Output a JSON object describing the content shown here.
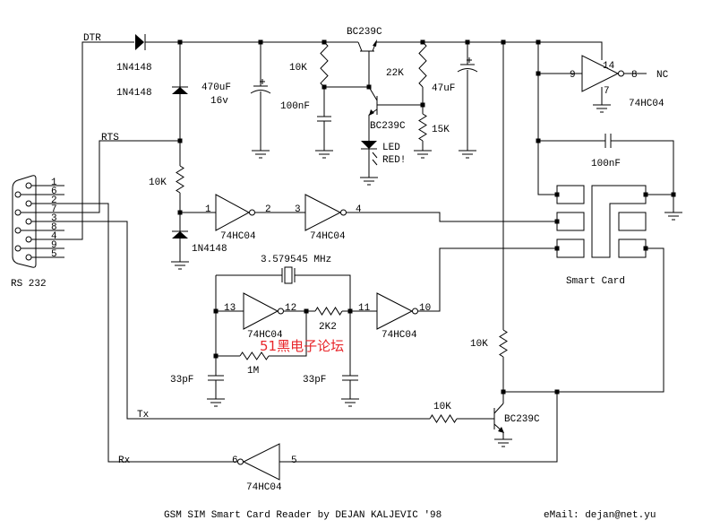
{
  "title": "GSM SIM Smart Card Reader by DEJAN KALJEVIC '98",
  "email": "eMail: dejan@net.yu",
  "watermark": "51黑电子论坛",
  "connector": {
    "name": "RS 232",
    "pins": [
      "1",
      "6",
      "2",
      "7",
      "3",
      "8",
      "4",
      "9",
      "5"
    ]
  },
  "signals": {
    "dtr": "DTR",
    "rts": "RTS",
    "tx": "Tx",
    "rx": "Rx",
    "nc": "NC"
  },
  "components": {
    "d1": "1N4148",
    "d2": "1N4148",
    "d3": "1N4148",
    "c470": "470uF",
    "c470v": "16v",
    "r10k_a": "10K",
    "c100n_a": "100nF",
    "q1": "BC239C",
    "q2": "BC239C",
    "q3": "BC239C",
    "led1": "LED",
    "led2": "RED!",
    "r22k": "22K",
    "r15k": "15K",
    "c47u": "47uF",
    "r10k_rts": "10K",
    "r10k_card": "10K",
    "r10k_tx": "10K",
    "c100n_b": "100nF",
    "xtal": "3.579545 MHz",
    "r2k2": "2K2",
    "r1m": "1M",
    "c33a": "33pF",
    "c33b": "33pF",
    "smart_card": "Smart Card"
  },
  "gates": [
    {
      "in": "1",
      "out": "2",
      "part": "74HC04"
    },
    {
      "in": "3",
      "out": "4",
      "part": "74HC04"
    },
    {
      "in": "13",
      "out": "12",
      "part": "74HC04"
    },
    {
      "in": "11",
      "out": "10",
      "part": "74HC04"
    },
    {
      "in": "9",
      "out": "8",
      "part": "74HC04",
      "vcc": "14",
      "gnd": "7"
    },
    {
      "in": "5",
      "out": "6",
      "part": "74HC04"
    }
  ],
  "colors": {
    "ink": "#000000",
    "watermark": "#e8262b"
  }
}
